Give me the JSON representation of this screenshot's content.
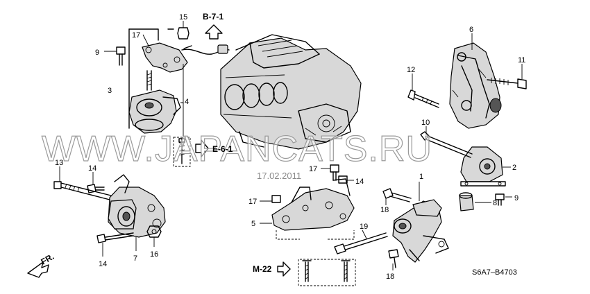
{
  "callouts": {
    "c1": "1",
    "c2": "2",
    "c3": "3",
    "c4": "4",
    "c5": "5",
    "c6": "6",
    "c7": "7",
    "c8": "8",
    "c9a": "9",
    "c9b": "9",
    "c10": "10",
    "c11": "11",
    "c12": "12",
    "c13": "13",
    "c14a": "14",
    "c14b": "14",
    "c14c": "14",
    "c15": "15",
    "c16": "16",
    "c17a": "17",
    "c17b": "17",
    "c17c": "17",
    "c18a": "18",
    "c18b": "18",
    "c19": "19"
  },
  "references": {
    "b71": "B-7-1",
    "e61": "E-6-1",
    "m22": "M-22",
    "fr": "FR."
  },
  "diagram_code": "S6A7–B4703",
  "watermark": "WWW.JAPANCATS.RU",
  "date_stamp": "17.02.2011"
}
